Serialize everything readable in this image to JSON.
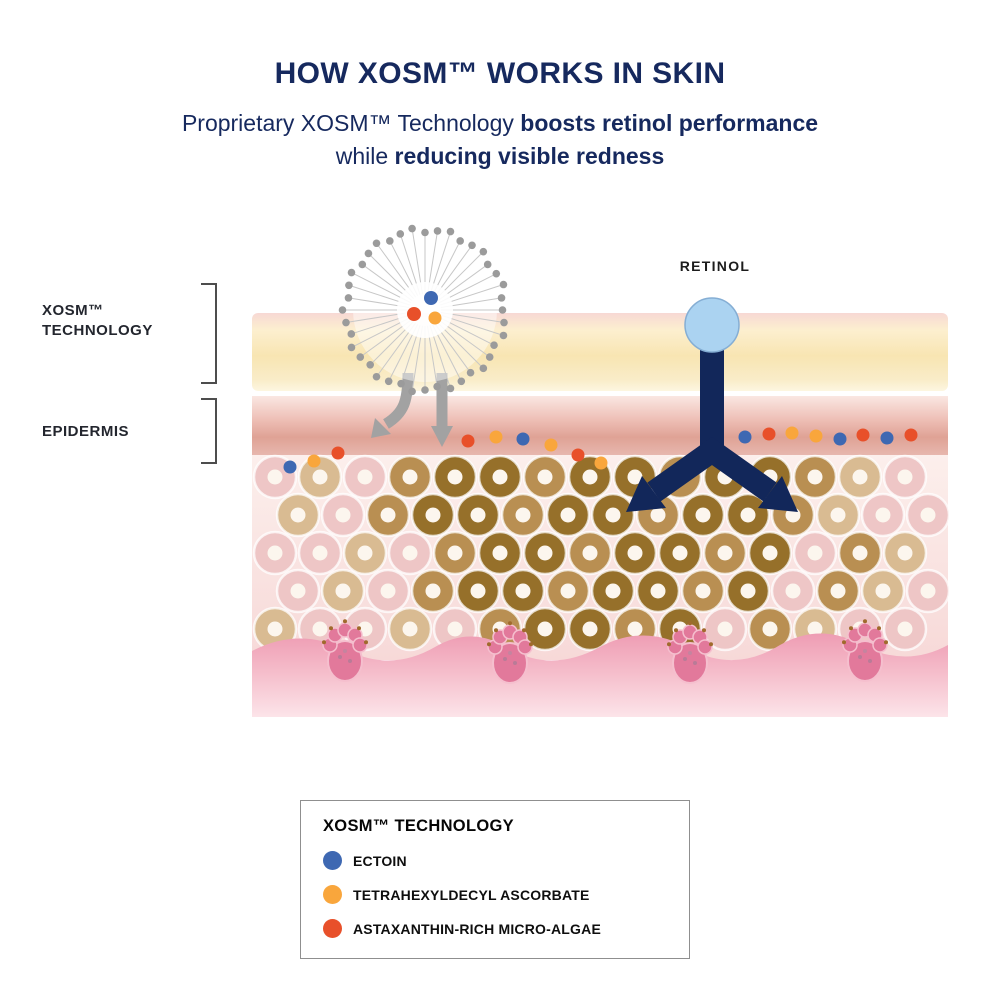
{
  "title": "HOW XOSM™ WORKS IN SKIN",
  "subtitle": {
    "seg1": "Proprietary XOSM™ Technology ",
    "seg2_bold": "boosts retinol performance",
    "seg3": " while ",
    "seg4_bold": "reducing visible redness"
  },
  "diagram": {
    "labels": {
      "xosm_line1": "XOSM™",
      "xosm_line2": "TECHNOLOGY",
      "epidermis": "EPIDERMIS",
      "retinol": "RETINOL"
    }
  },
  "legend": {
    "header": "XOSM™ TECHNOLOGY",
    "items": [
      {
        "label": "ECTOIN",
        "color": "#3e68b2"
      },
      {
        "label": "TETRAHEXYLDECYL ASCORBATE",
        "color": "#f9a63c"
      },
      {
        "label": "ASTAXANTHIN-RICH MICRO-ALGAE",
        "color": "#e8502a"
      }
    ]
  },
  "colors": {
    "heading_navy": "#16295e",
    "arrow_navy": "#12275a",
    "retinol_blue": "#abd3f1",
    "ectoin_blue": "#3e68b2",
    "ascorbate_orange": "#f9a63c",
    "astaxanthin_red": "#e8502a",
    "micelle_gray": "#9b9b9b"
  }
}
